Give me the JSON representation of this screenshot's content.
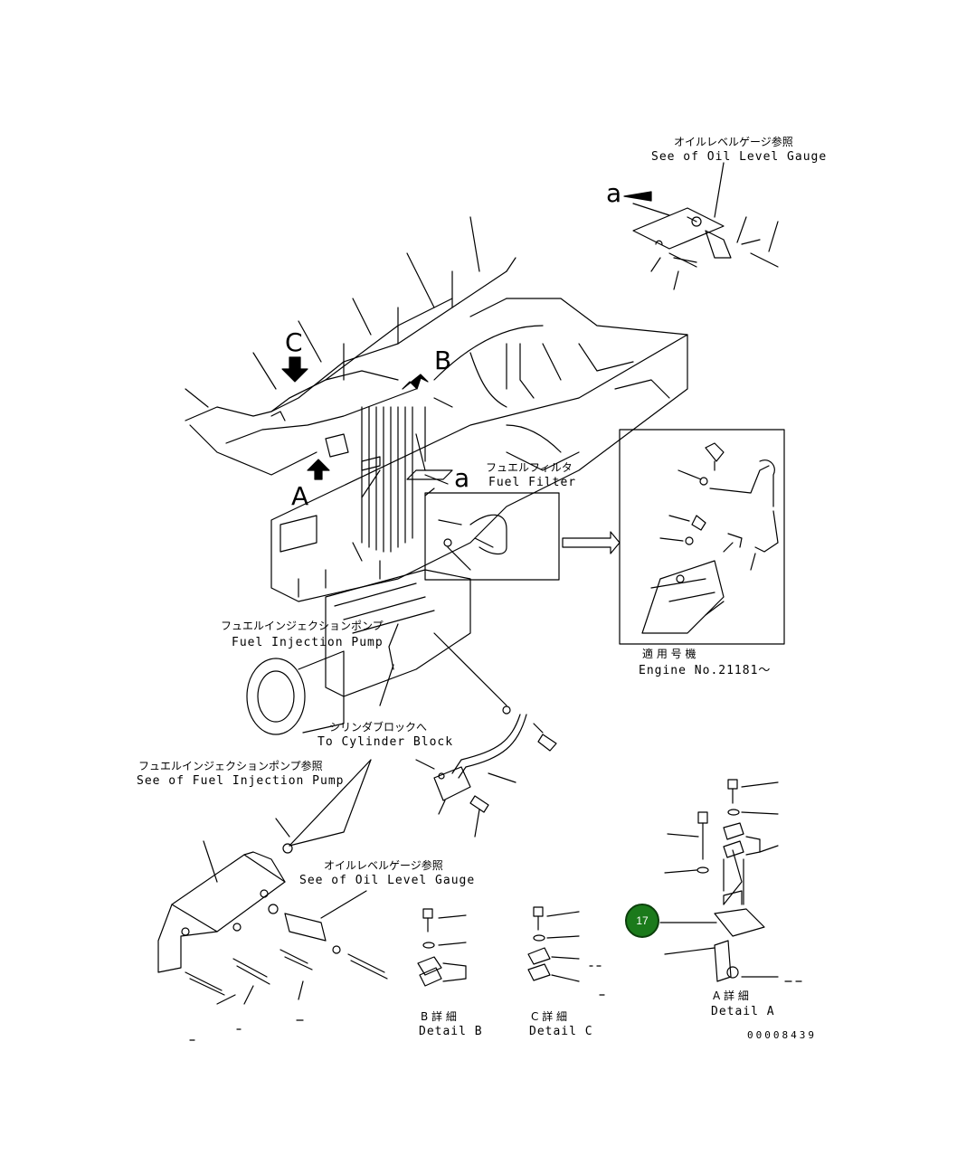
{
  "labels": {
    "oil_gauge_top_jp": "オイルレベルゲージ参照",
    "oil_gauge_top_en": "See of Oil Level Gauge",
    "fuel_filter_jp": "フュエルフィルタ",
    "fuel_filter_en": "Fuel Filter",
    "engine_no_jp": "適 用 号 機",
    "engine_no_en": "Engine No.21181～",
    "fip_jp": "フュエルインジェクションポンプ",
    "fip_en": "Fuel Injection Pump",
    "cyl_block_jp": "シリンダブロックへ",
    "cyl_block_en": "To Cylinder Block",
    "see_fip_jp": "フュエルインジェクションポンプ参照",
    "see_fip_en": "See of Fuel Injection Pump",
    "oil_gauge_low_jp": "オイルレベルゲージ参照",
    "oil_gauge_low_en": "See of Oil Level Gauge",
    "detail_b_jp": "B 詳 細",
    "detail_b_en": "Detail B",
    "detail_c_jp": "C 詳 細",
    "detail_c_en": "Detail C",
    "detail_a_jp": "A 詳 細",
    "detail_a_en": "Detail A",
    "drawing_no": "00008439"
  },
  "view_letters": {
    "a_top": "a",
    "a_filter": "a",
    "c": "C",
    "b": "B",
    "a_arrow": "A"
  },
  "callout": {
    "number": "17",
    "color": "#1b7a1b"
  }
}
